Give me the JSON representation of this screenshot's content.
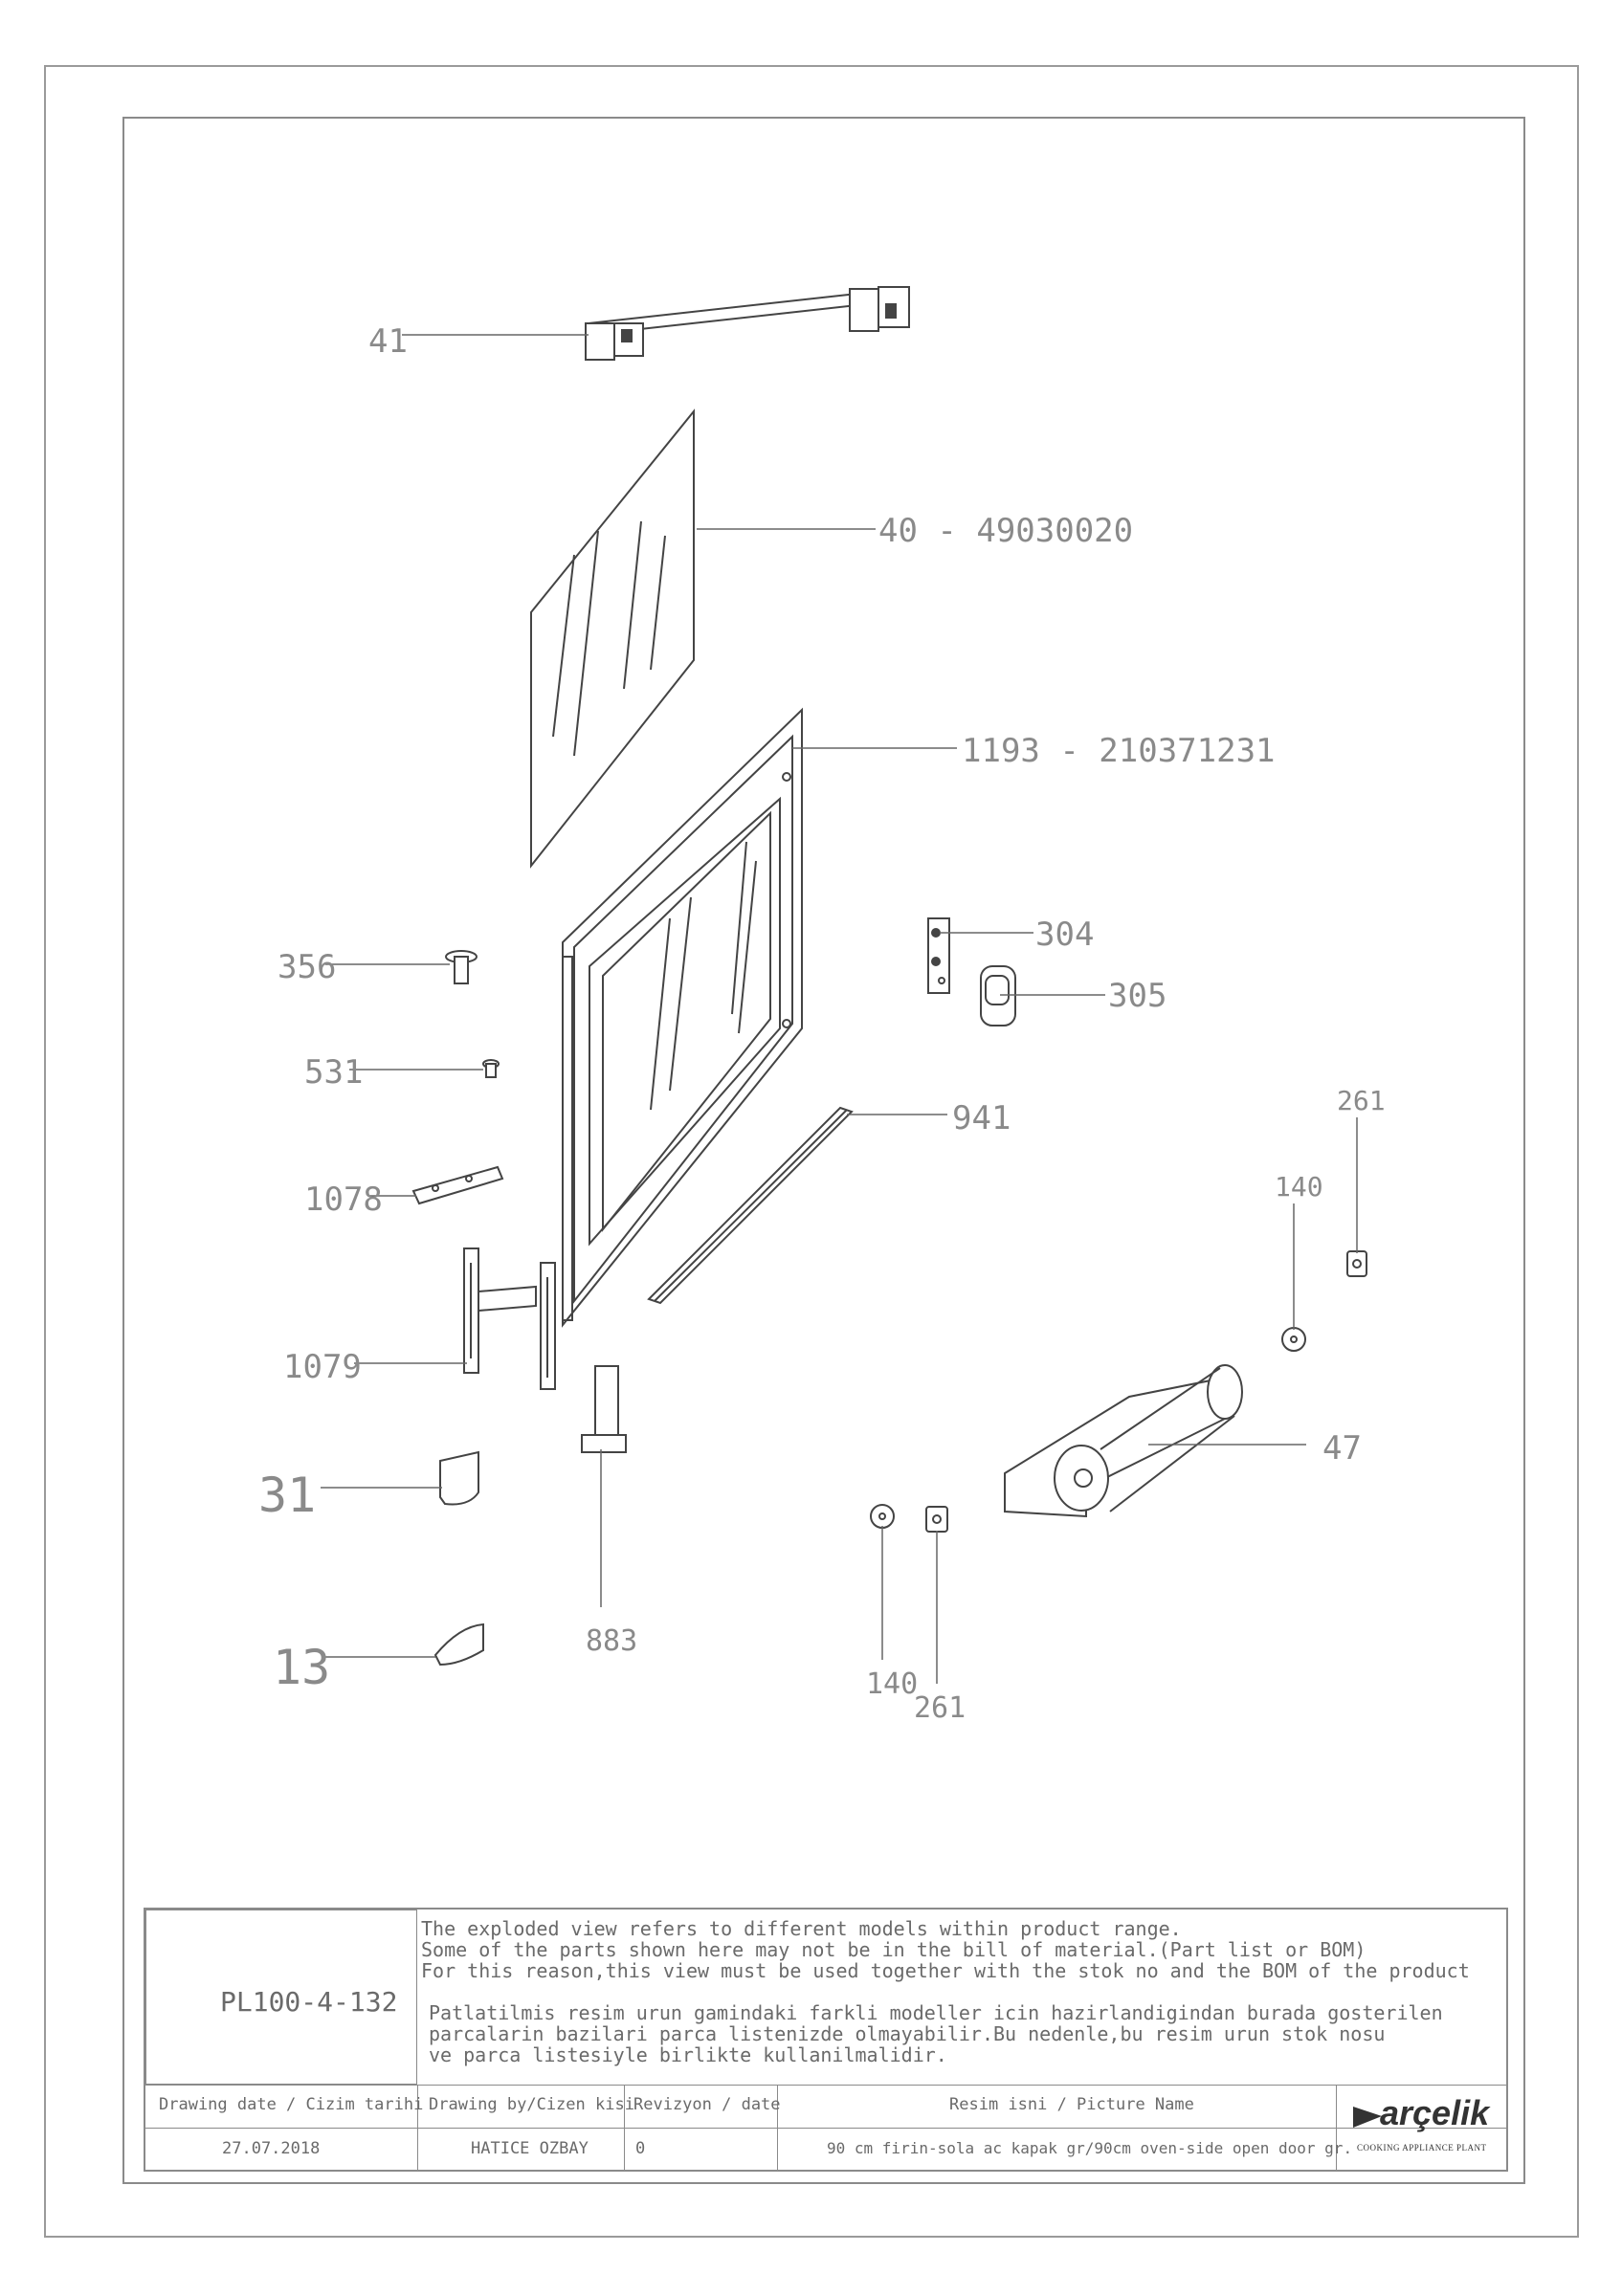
{
  "labels": {
    "p41": "41",
    "p40": "40 - 49030020",
    "p1193": "1193 - 210371231",
    "p304": "304",
    "p305": "305",
    "p356": "356",
    "p531": "531",
    "p941": "941",
    "p261a": "261",
    "p140a": "140",
    "p1078": "1078",
    "p1079": "1079",
    "p47": "47",
    "p31": "31",
    "p13": "13",
    "p883": "883",
    "p140b": "140",
    "p261b": "261"
  },
  "title_block": {
    "drawing_no": "PL100-4-132",
    "note_en": [
      "The exploded view refers to different models within product range.",
      "Some of the parts shown here may not be in the bill of material.(Part list or BOM)",
      "For this reason,this view must be used together with the stok no and the BOM of the product"
    ],
    "note_tr": [
      "Patlatilmis resim urun gamindaki farkli modeller icin hazirlandigindan burada gosterilen",
      "parcalarin bazilari parca listenizde olmayabilir.Bu nedenle,bu resim urun stok nosu",
      "ve parca listesiyle birlikte kullanilmalidir."
    ],
    "drawing_date_label": "Drawing date / Cizim tarihi",
    "drawing_date": "27.07.2018",
    "drawn_by_label": "Drawing by/Cizen kisi",
    "drawn_by": "HATICE OZBAY",
    "revision_label": "Revizyon / date",
    "revision": "0",
    "picture_name_label": "Resim isni / Picture Name",
    "picture_name": "90 cm firin-sola ac kapak gr/90cm oven-side open door gr.",
    "logo_brand": "arçelik",
    "logo_sub": "COOKING APPLIANCE PLANT"
  }
}
